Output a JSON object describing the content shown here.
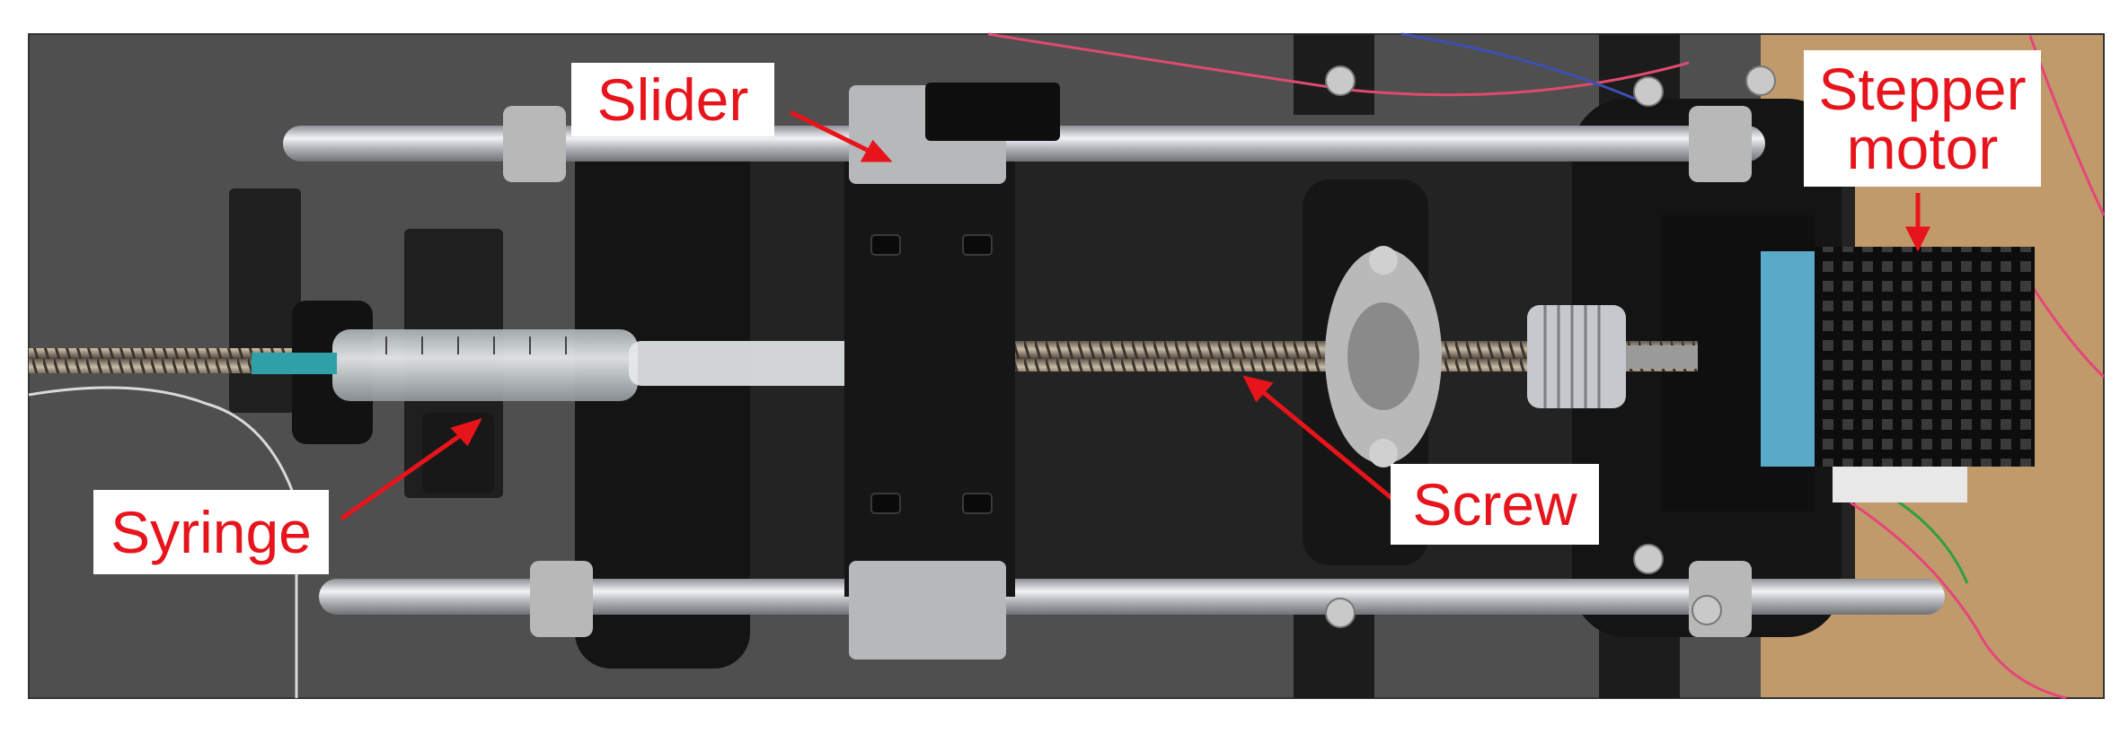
{
  "photo": {
    "labels": {
      "slider": "Slider",
      "syringe": "Syringe",
      "screw": "Screw",
      "stepper_line1": "Stepper",
      "stepper_line2": "motor"
    },
    "colors": {
      "label_text": "#e8141b",
      "label_background": "#ffffff",
      "arrow": "#e8141b",
      "mat": "#4f4f4f",
      "frame": "#1a1a1a",
      "rod": "#c9ccd0",
      "wood": "#c19a6b"
    }
  }
}
